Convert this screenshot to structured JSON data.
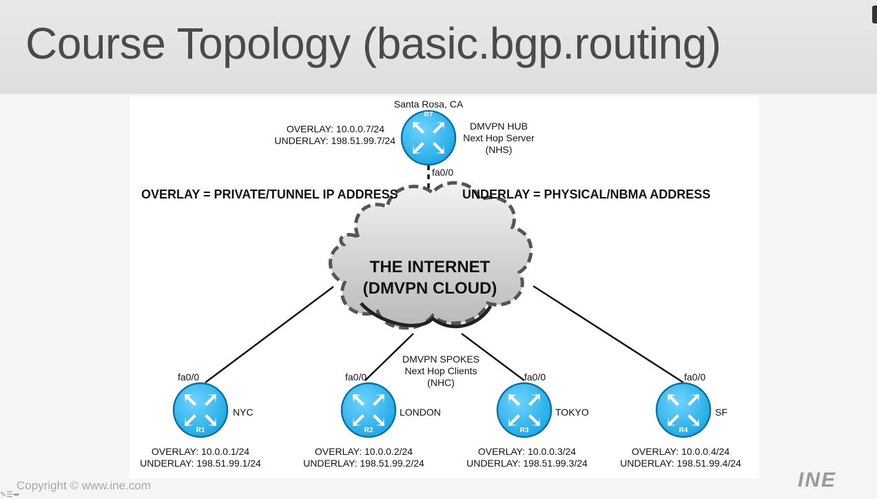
{
  "title": "Course Topology (basic.bgp.routing)",
  "copyright": "Copyright © www.ine.com",
  "logo": "INE",
  "diagram": {
    "overlay_def": "OVERLAY = PRIVATE/TUNNEL IP ADDRESS",
    "underlay_def": "UNDERLAY = PHYSICAL/NBMA ADDRESS",
    "cloud": {
      "line1": "THE INTERNET",
      "line2": "(DMVPN CLOUD)"
    },
    "hub": {
      "site": "Santa Rosa, CA",
      "router": "R7",
      "overlay": "OVERLAY: 10.0.0.7/24",
      "underlay": "UNDERLAY: 198.51.99.7/24",
      "role1": "DMVPN HUB",
      "role2": "Next Hop Server",
      "role3": "(NHS)",
      "interface": "fa0/0"
    },
    "spokes_label": {
      "line1": "DMVPN SPOKES",
      "line2": "Next Hop Clients",
      "line3": "(NHC)"
    },
    "spokes": [
      {
        "router": "R1",
        "site": "NYC",
        "interface": "fa0/0",
        "overlay": "OVERLAY: 10.0.0.1/24",
        "underlay": "UNDERLAY: 198.51.99.1/24"
      },
      {
        "router": "R2",
        "site": "LONDON",
        "interface": "fa0/0",
        "overlay": "OVERLAY: 10.0.0.2/24",
        "underlay": "UNDERLAY: 198.51.99.2/24"
      },
      {
        "router": "R3",
        "site": "TOKYO",
        "interface": "fa0/0",
        "overlay": "OVERLAY: 10.0.0.3/24",
        "underlay": "UNDERLAY: 198.51.99.3/24"
      },
      {
        "router": "R4",
        "site": "SF",
        "interface": "fa0/0",
        "overlay": "OVERLAY: 10.0.0.4/24",
        "underlay": "UNDERLAY: 198.51.99.4/24"
      }
    ]
  },
  "colors": {
    "router_fill": "#29b6ef",
    "router_stroke": "#0d6fa0",
    "cloud_fill": "#d8d8d8",
    "cloud_border": "#555555",
    "title_text": "#4a4a4a"
  },
  "icons": [
    "router-icon",
    "cloud-icon",
    "ine-logo"
  ]
}
